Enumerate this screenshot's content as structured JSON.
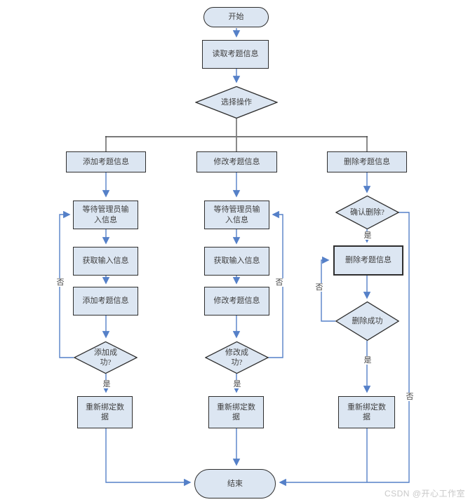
{
  "diagram": {
    "type": "flowchart",
    "nodes": {
      "start": "开始",
      "read_info": "读取考题信息",
      "choose_operation": "选择操作",
      "branch_add": "添加考题信息",
      "branch_modify": "修改考题信息",
      "branch_delete": "删除考题信息",
      "add_wait_input": "等待管理员输入信息",
      "add_get_input": "获取输入信息",
      "add_do": "添加考题信息",
      "add_success": "添加成功?",
      "add_rebind": "重新绑定数据",
      "modify_wait_input": "等待管理员输入信息",
      "modify_get_input": "获取输入信息",
      "modify_do": "修改考题信息",
      "modify_success": "修改成功?",
      "delete_confirm": "确认删除?",
      "delete_do": "删除考题信息",
      "delete_success": "删除成功",
      "modify_rebind": "重新绑定数据",
      "delete_rebind": "重新绑定数据",
      "end": "结束"
    },
    "edge_labels": {
      "yes": "是",
      "no": "否"
    }
  },
  "watermark": "CSDN @开心工作室",
  "colors": {
    "node_fill": "#dce6f2",
    "node_border": "#2e2e2e",
    "arrow": "#5580c8",
    "tree_line": "#7a7a7a",
    "tree_line_dark": "#4a4a4a",
    "text": "#3f3f3f",
    "watermark": "#c9c9c9"
  }
}
